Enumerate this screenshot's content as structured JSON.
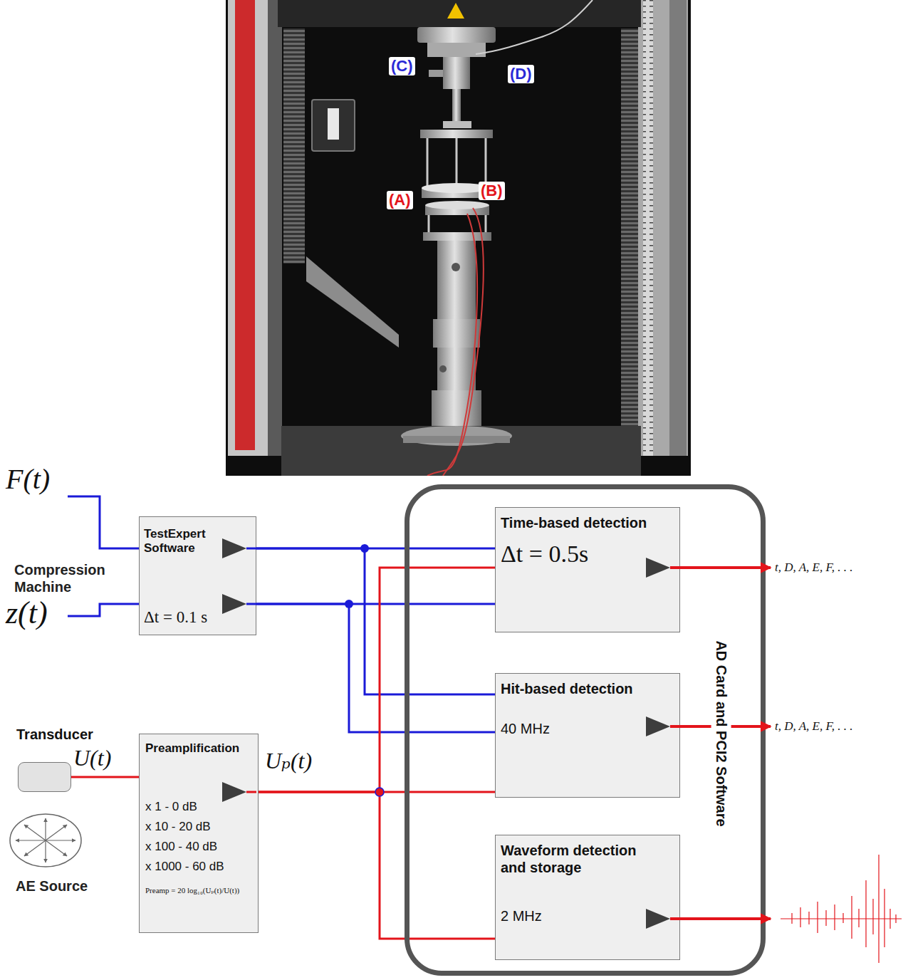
{
  "diagram": {
    "nodes": [
      {
        "text": [
          "TestExpert Software",
          "Δt = 0.1 s"
        ]
      },
      {
        "text": [
          "Preamplification",
          "x 1 - 0 dB",
          "x 10 - 20 dB",
          "x 100 - 40 dB",
          "x 1000 - 60 dB",
          "Preamp = 20 log₁₀(Uₚ(t)/U(t))"
        ]
      },
      {
        "text": [
          "AD Card and PCI2 Software"
        ]
      },
      {
        "text": [
          "Time-based detection",
          "Δt = 0.5s"
        ],
        "in": 2
      },
      {
        "text": [
          "Hit-based detection",
          "40 MHz"
        ],
        "in": 2
      },
      {
        "text": [
          "Waveform detection and storage",
          "2 MHz"
        ],
        "in": 2
      },
      {
        "text": [
          "Transducer"
        ]
      }
    ],
    "edges": [
      {
        "from": 0,
        "to": 3,
        "arrow": "none"
      },
      {
        "from": 0,
        "to": 4,
        "arrow": "none"
      },
      {
        "from": 0,
        "to": 3,
        "arrow": "none"
      },
      {
        "from": 0,
        "to": 4,
        "arrow": "none"
      },
      {
        "from": 6,
        "to": 1,
        "arrow": "none"
      },
      {
        "from": 1,
        "to": 3,
        "arrow": "none"
      },
      {
        "from": 1,
        "to": 4,
        "arrow": "none"
      },
      {
        "from": 1,
        "to": 5,
        "arrow": "none"
      }
    ],
    "labels": [
      "(C)",
      "(D)",
      "(A)",
      "(B)",
      "F(t)",
      "Compression Machine",
      "z(t)",
      "U(t)",
      "Uₚ(t)",
      "AE Source",
      "t, D, A, E, F, . . .",
      "t, D, A, E, F, . . ."
    ]
  }
}
